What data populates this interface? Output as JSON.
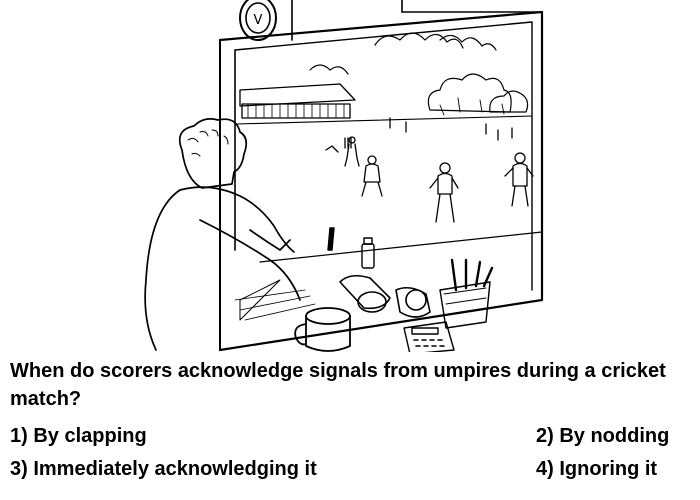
{
  "illustration": {
    "subject": "scorer-at-window-watching-cricket-match",
    "clock_letter": "V"
  },
  "question": {
    "text": "When do scorers acknowledge signals from umpires during a cricket match?"
  },
  "options": [
    {
      "label": "1) By clapping"
    },
    {
      "label": "2) By nodding"
    },
    {
      "label": "3) Immediately acknowledging it"
    },
    {
      "label": "4) Ignoring it"
    }
  ]
}
